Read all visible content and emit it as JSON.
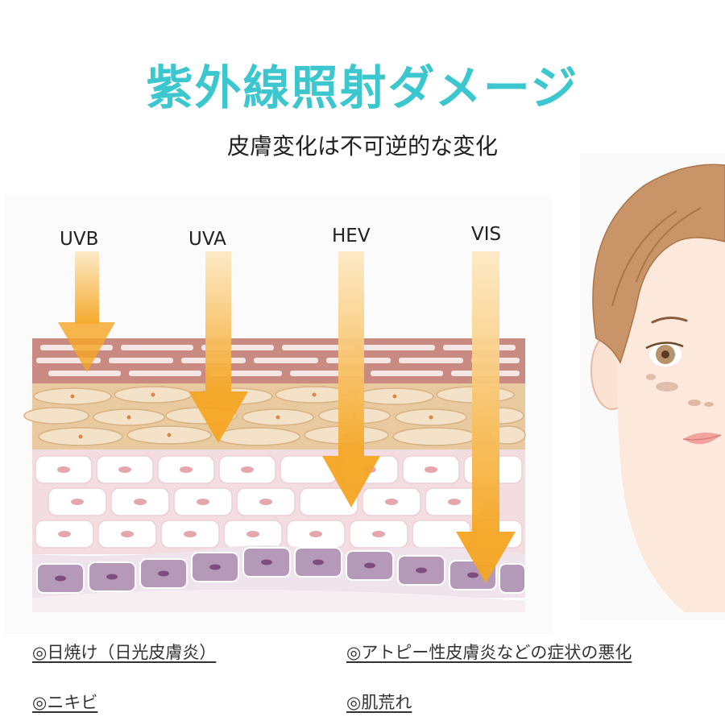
{
  "title": "紫外線照射ダメージ",
  "subtitle": "皮膚変化は不可逆的な変化",
  "rays": [
    "UVB",
    "UVA",
    "HEV",
    "VIS"
  ],
  "colors": {
    "title": "#3cc7cf",
    "arrow": "#f5a623"
  },
  "notes": [
    "◎日焼け（日光皮膚炎）",
    "◎アトピー性皮膚炎などの症状の悪化",
    "◎ニキビ",
    "◎肌荒れ"
  ]
}
